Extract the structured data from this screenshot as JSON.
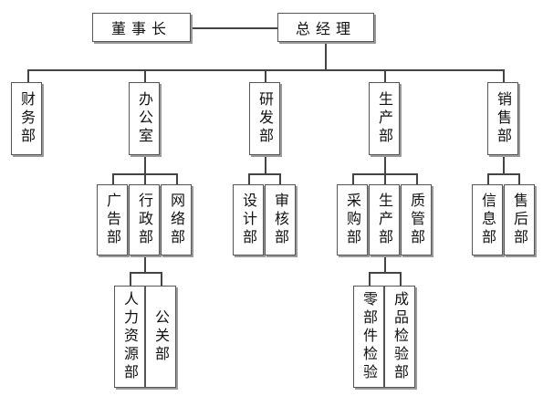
{
  "nodes": {
    "board": "董事长",
    "gm": "总经理",
    "finance": "财务部",
    "office": "办公室",
    "rnd": "研发部",
    "production": "生产部",
    "sales": "销售部",
    "advertising": "广告部",
    "administration": "行政部",
    "network": "网络部",
    "hr": "人力资源部",
    "pr": "公关部",
    "design": "设计部",
    "audit": "审核部",
    "purchasing": "采购部",
    "manufacturing": "生产部",
    "quality": "质管部",
    "parts_inspection": "零部件检验",
    "product_inspection": "成品检验部",
    "info": "信息部",
    "after_sales": "售后部"
  }
}
